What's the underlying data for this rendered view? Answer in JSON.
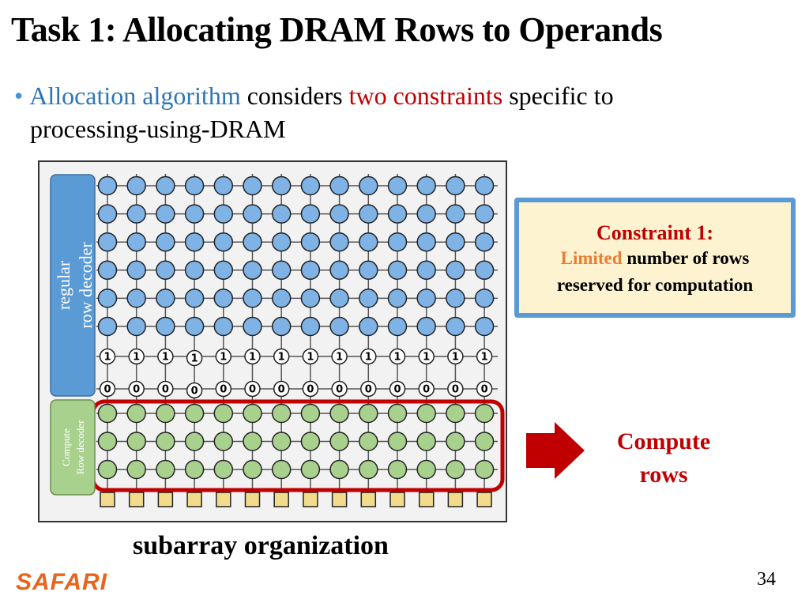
{
  "title": "Task 1: Allocating DRAM Rows to Operands",
  "bullet": {
    "part1": "Allocation algorithm",
    "part2": " considers ",
    "part3": "two constraints",
    "part4": " specific to",
    "part5": "processing-using-DRAM"
  },
  "diagram": {
    "regular_decoder": [
      "regular",
      "row decoder"
    ],
    "compute_decoder": [
      "Compute",
      "Row decoder"
    ],
    "bit_row_one": "1",
    "bit_row_zero": "0",
    "regular_row_count": 6,
    "compute_row_count": 3,
    "column_count": 14,
    "colors": {
      "regular_cell": "#7fb2e5",
      "compute_cell": "#a9d18e",
      "sense_amp": "#f2dc8c",
      "compute_border": "#c00000",
      "decoder_blue": "#5b9bd5",
      "decoder_green": "#a9d18e"
    }
  },
  "constraint": {
    "title": "Constraint 1:",
    "highlight": "Limited",
    "line1_rest": " number of rows",
    "line2": "reserved for computation"
  },
  "compute_rows": [
    "Compute",
    "rows"
  ],
  "caption": "subarray organization",
  "footer": {
    "logo": "SAFARI",
    "page": "34"
  }
}
